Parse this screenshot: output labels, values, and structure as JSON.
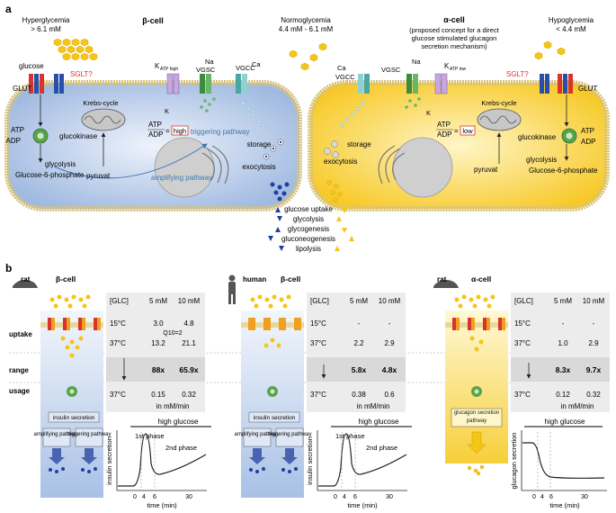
{
  "panel_a": {
    "label": "a",
    "left_cell": {
      "condition_title": "Hyperglycemia",
      "condition_value": "> 6.1 mM",
      "cell_title": "β-cell",
      "glucose": "glucose",
      "glut": "GLUT",
      "sglt": "SGLT?",
      "katp": "K",
      "katp_sub": "ATP high",
      "vgsc": "VGSC",
      "na": "Na",
      "vgcc": "VGCC",
      "ca": "Ca",
      "krebs": "Krebs-cycle",
      "k_plus": "K",
      "atp": "ATP",
      "adp": "ADP",
      "ratio_state": "high",
      "triggering": "triggering pathway",
      "storage": "storage",
      "exocytosis": "exocytosis",
      "amplifying": "amplifying pathway",
      "glucokinase": "glucokinase",
      "glycolysis": "glycolysis",
      "g6p": "Glucose-6-phosphate",
      "pyruvat": "pyruvat"
    },
    "middle": {
      "condition_title": "Normoglycemia",
      "condition_value": "4.4 mM - 6.1 mM",
      "effects": [
        "glucose uptake",
        "glycolysis",
        "glycogenesis",
        "gluconeogenesis",
        "lipolysis"
      ]
    },
    "right_cell": {
      "cell_title": "α-cell",
      "subtitle_1": "(proposed concept for a direct",
      "subtitle_2": "glucose stimulated glucagon",
      "subtitle_3": "secretion mechanism)",
      "condition_title": "Hypoglycemia",
      "condition_value": "< 4.4 mM",
      "ca": "Ca",
      "vgcc": "VGCC",
      "vgsc": "VGSC",
      "na": "Na",
      "katp": "K",
      "katp_sub": "ATP low",
      "sglt": "SGLT?",
      "glut": "GLUT",
      "krebs": "Krebs-cycle",
      "k_plus": "K",
      "atp": "ATP",
      "adp": "ADP",
      "ratio_state": "low",
      "storage": "storage",
      "exocytosis": "exocytosis",
      "glucokinase": "glucokinase",
      "glycolysis": "glycolysis",
      "pyruvat": "pyruvat",
      "g6p": "Glucose-6-phosphate"
    }
  },
  "panel_b": {
    "label": "b",
    "row_labels": [
      "uptake",
      "range",
      "usage"
    ],
    "columns": [
      {
        "species": "rat",
        "cell": "β-cell",
        "header": [
          "[GLC]",
          "5 mM",
          "10 mM"
        ],
        "r15": [
          "15°C",
          "3.0",
          "4.8"
        ],
        "q10": "Q10=2",
        "r37": [
          "37°C",
          "13.2",
          "21.1"
        ],
        "range": [
          "88x",
          "65.9x"
        ],
        "usage": [
          "37°C",
          "0.15",
          "0.32"
        ],
        "unit": "in mM/min",
        "secretion_box": "insulin secretion",
        "pathways": [
          "amplifying pathway",
          "triggering pathway"
        ],
        "chart_title": "high glucose",
        "ylabel": "insulin secretion",
        "phase1": "1st phase",
        "phase2": "2nd phase",
        "ticks": [
          "0",
          "4",
          "6",
          "30"
        ],
        "xlabel": "time (min)"
      },
      {
        "species": "human",
        "cell": "β-cell",
        "header": [
          "[GLC]",
          "5 mM",
          "10 mM"
        ],
        "r15": [
          "15°C",
          "-",
          "-"
        ],
        "r37": [
          "37°C",
          "2.2",
          "2.9"
        ],
        "range": [
          "5.8x",
          "4.8x"
        ],
        "usage": [
          "37°C",
          "0.38",
          "0.6"
        ],
        "unit": "in mM/min",
        "secretion_box": "insulin secretion",
        "pathways": [
          "amplifying pathway",
          "triggering pathway"
        ],
        "chart_title": "high glucose",
        "ylabel": "insulin secretion",
        "phase1": "1st phase",
        "phase2": "2nd phase",
        "ticks": [
          "0",
          "4",
          "6",
          "30"
        ],
        "xlabel": "time (min)"
      },
      {
        "species": "rat",
        "cell": "α-cell",
        "header": [
          "[GLC]",
          "5 mM",
          "10 mM"
        ],
        "r15": [
          "15°C",
          "-",
          "-"
        ],
        "r37": [
          "37°C",
          "1.0",
          "2.9"
        ],
        "range": [
          "8.3x",
          "9.7x"
        ],
        "usage": [
          "37°C",
          "0.12",
          "0.32"
        ],
        "unit": "in mM/min",
        "secretion_box": "glucagon secretion pathway",
        "chart_title": "high glucose",
        "ylabel": "glucagon secretion",
        "ticks": [
          "0",
          "4",
          "6",
          "30"
        ],
        "xlabel": "time (min)"
      }
    ]
  },
  "colors": {
    "beta_cell": "#b9cdea",
    "alpha_cell": "#fbd84a",
    "glucose": "#f5c518",
    "membrane": "#e2cf8a",
    "highlight_red": "#d9342b",
    "arrow_blue": "#1f3fa0"
  }
}
